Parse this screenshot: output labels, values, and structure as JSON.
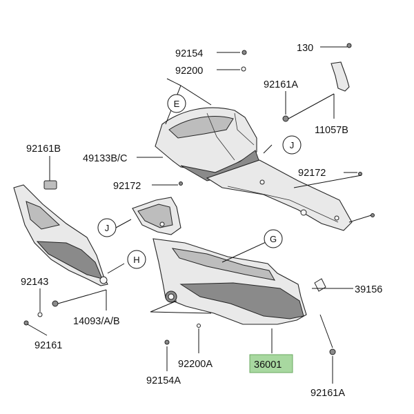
{
  "highlight_color": "#a8d8a0",
  "part_labels": {
    "p130": "130",
    "p92154_top": "92154",
    "p92200_top": "92200",
    "p92161A_top": "92161A",
    "p11057B": "11057B",
    "p92161B": "92161B",
    "p49133BC": "49133B/C",
    "p92172_left": "92172",
    "p92172_right": "92172",
    "p92143": "92143",
    "p92161_bottom": "92161",
    "p14093AB": "14093/A/B",
    "p39156": "39156",
    "p92200A": "92200A",
    "p36001": "36001",
    "p92154A": "92154A",
    "p92161A_bottom": "92161A"
  },
  "ref_circles": {
    "E": "E",
    "J_top": "J",
    "J_left": "J",
    "G": "G",
    "H": "H"
  }
}
